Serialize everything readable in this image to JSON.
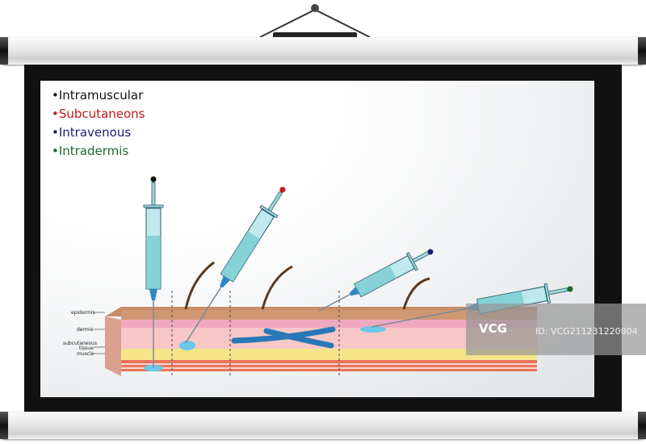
{
  "legend": [
    {
      "label": "Intramuscular",
      "color": "#111111"
    },
    {
      "label": "Subcutaneons",
      "color": "#c81818"
    },
    {
      "label": "Intravenous",
      "color": "#1c1c70"
    },
    {
      "label": "Intradermis",
      "color": "#1d6a2c"
    }
  ],
  "layers": {
    "epidermis": "epidermis",
    "dermis": "dermis",
    "subcutaneous1": "subcutaneous",
    "subcutaneous2": "tissue",
    "muscle": "muscle"
  },
  "watermark": {
    "logo": "VCG",
    "id": "ID: VCG211231220804"
  }
}
